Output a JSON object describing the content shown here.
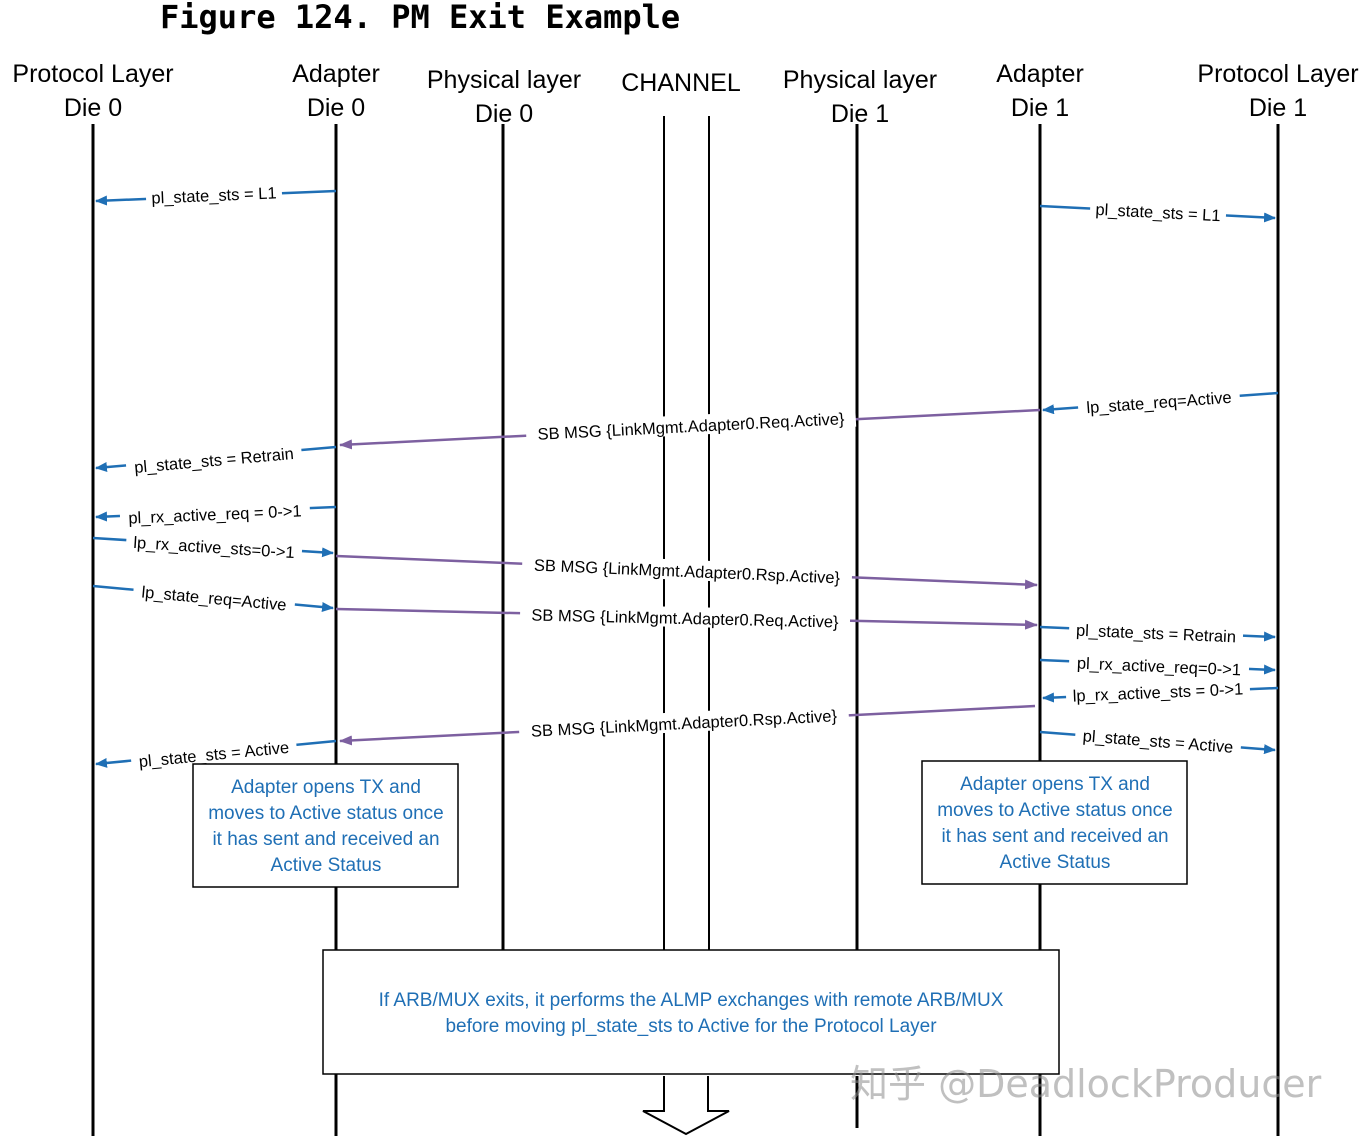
{
  "figure_title": "Figure 124. PM Exit Example",
  "lanes": [
    {
      "id": "proto0",
      "title": "Protocol Layer",
      "subtitle": "Die 0"
    },
    {
      "id": "adapt0",
      "title": "Adapter",
      "subtitle": "Die 0"
    },
    {
      "id": "phy0",
      "title": "Physical layer",
      "subtitle": "Die 0"
    },
    {
      "id": "channel",
      "title": "CHANNEL",
      "subtitle": ""
    },
    {
      "id": "phy1",
      "title": "Physical layer",
      "subtitle": "Die 1"
    },
    {
      "id": "adapt1",
      "title": "Adapter",
      "subtitle": "Die 1"
    },
    {
      "id": "proto1",
      "title": "Protocol Layer",
      "subtitle": "Die 1"
    }
  ],
  "colors": {
    "lifeline": "#000000",
    "signal_arrow": "#1f6fb5",
    "sideband_arrow": "#7d60a0",
    "note_text": "#1f6fb5",
    "watermark": "#8d8d8d"
  },
  "messages": [
    {
      "label": "pl_state_sts = L1",
      "kind": "signal",
      "from": "adapt0",
      "to": "proto0"
    },
    {
      "label": "pl_state_sts = L1",
      "kind": "signal",
      "from": "adapt1",
      "to": "proto1"
    },
    {
      "label": "lp_state_req=Active",
      "kind": "signal",
      "from": "proto1",
      "to": "adapt1"
    },
    {
      "label": "SB MSG {LinkMgmt.Adapter0.Req.Active}",
      "kind": "sideband",
      "from": "adapt1",
      "to": "adapt0"
    },
    {
      "label": "pl_state_sts = Retrain",
      "kind": "signal",
      "from": "adapt0",
      "to": "proto0"
    },
    {
      "label": "pl_rx_active_req = 0->1",
      "kind": "signal",
      "from": "adapt0",
      "to": "proto0"
    },
    {
      "label": "lp_rx_active_sts=0->1",
      "kind": "signal",
      "from": "proto0",
      "to": "adapt0"
    },
    {
      "label": "SB MSG {LinkMgmt.Adapter0.Rsp.Active}",
      "kind": "sideband",
      "from": "adapt0",
      "to": "adapt1"
    },
    {
      "label": "lp_state_req=Active",
      "kind": "signal",
      "from": "proto0",
      "to": "adapt0"
    },
    {
      "label": "SB MSG {LinkMgmt.Adapter0.Req.Active}",
      "kind": "sideband",
      "from": "adapt0",
      "to": "adapt1"
    },
    {
      "label": "pl_state_sts = Retrain",
      "kind": "signal",
      "from": "adapt1",
      "to": "proto1"
    },
    {
      "label": "pl_rx_active_req=0->1",
      "kind": "signal",
      "from": "adapt1",
      "to": "proto1"
    },
    {
      "label": "lp_rx_active_sts = 0->1",
      "kind": "signal",
      "from": "proto1",
      "to": "adapt1"
    },
    {
      "label": "SB MSG {LinkMgmt.Adapter0.Rsp.Active}",
      "kind": "sideband",
      "from": "adapt1",
      "to": "adapt0"
    },
    {
      "label": "pl_state_sts = Active",
      "kind": "signal",
      "from": "adapt0",
      "to": "proto0"
    },
    {
      "label": "pl_state_sts = Active",
      "kind": "signal",
      "from": "adapt1",
      "to": "proto1"
    }
  ],
  "notes": [
    {
      "id": "note-die0",
      "lines": [
        "Adapter opens TX and",
        "moves to Active status once",
        "it has sent and received an",
        "Active Status"
      ]
    },
    {
      "id": "note-die1",
      "lines": [
        "Adapter opens TX and",
        "moves to Active status once",
        "it has sent and received an",
        "Active Status"
      ]
    },
    {
      "id": "note-arbmux",
      "lines": [
        "If ARB/MUX exits, it performs the ALMP exchanges with remote ARB/MUX",
        "before moving pl_state_sts to Active for the Protocol Layer"
      ]
    }
  ],
  "watermark": "知乎 @DeadlockProducer"
}
